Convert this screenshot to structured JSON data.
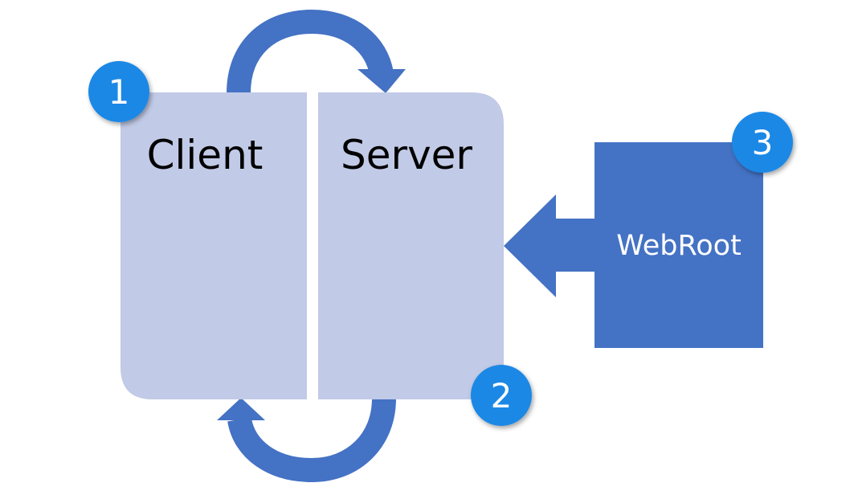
{
  "colors": {
    "panel_fill": "#c1cae6",
    "accent_blue": "#4472c4",
    "badge_blue": "#1e88e5",
    "badge_text": "#ffffff",
    "label_text": "#000000"
  },
  "diagram": {
    "client": {
      "label": "Client",
      "badge": "1"
    },
    "server": {
      "label": "Server",
      "badge": "2"
    },
    "webroot": {
      "label": "WebRoot",
      "badge": "3"
    },
    "arrows": {
      "client_to_server": "curved-arrow",
      "server_to_client": "curved-arrow",
      "webroot_to_server": "block-arrow-left"
    }
  }
}
